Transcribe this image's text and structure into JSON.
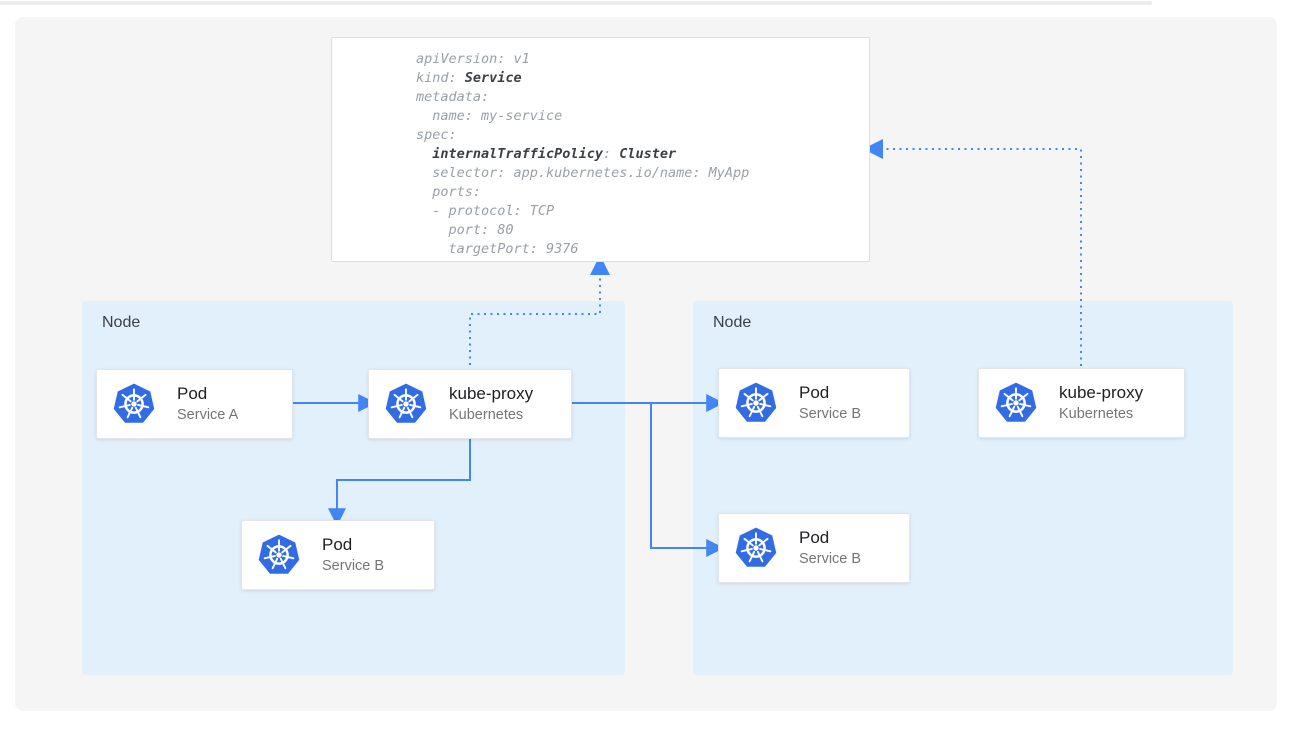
{
  "page": {
    "background_color": "#f5f5f6",
    "node_fill_color": "#e2f0fc",
    "arrow_color": "#4285f4",
    "kubernetes_blue": "#326ce5"
  },
  "yaml_card": {
    "l01": "apiVersion: v1",
    "l02a": "kind: ",
    "l02b": "Service",
    "l03": "metadata:",
    "l04": "  name: my-service",
    "l05": "spec:",
    "l06a": "  ",
    "l06b": "internalTrafficPolicy",
    "l06c": ": ",
    "l06d": "Cluster",
    "l07": "  selector: app.kubernetes.io/name: MyApp",
    "l08": "  ports:",
    "l09": "  - protocol: TCP",
    "l10": "    port: 80",
    "l11": "    targetPort: 9376"
  },
  "nodes": {
    "left": {
      "label": "Node"
    },
    "right": {
      "label": "Node"
    }
  },
  "cards": {
    "pod_a": {
      "title": "Pod",
      "subtitle": "Service A"
    },
    "kube_proxy_left": {
      "title": "kube-proxy",
      "subtitle": "Kubernetes"
    },
    "pod_b_left": {
      "title": "Pod",
      "subtitle": "Service B"
    },
    "pod_b_right_top": {
      "title": "Pod",
      "subtitle": "Service B"
    },
    "pod_b_right_bottom": {
      "title": "Pod",
      "subtitle": "Service B"
    },
    "kube_proxy_right": {
      "title": "kube-proxy",
      "subtitle": "Kubernetes"
    }
  }
}
